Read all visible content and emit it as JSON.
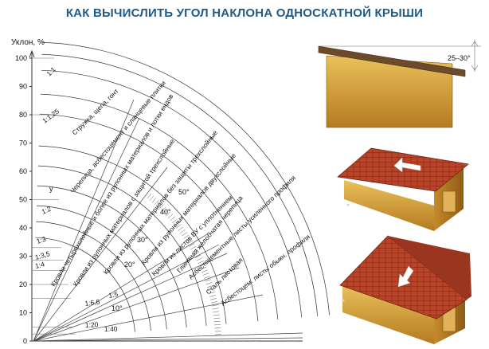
{
  "title": "КАК ВЫЧИСЛИТЬ УГОЛ НАКЛОНА ОДНОСКАТНОЙ КРЫШИ",
  "chart": {
    "y_axis_label": "Уклон, %",
    "y_ticks": [
      "100",
      "90",
      "80",
      "70",
      "60",
      "50",
      "40",
      "30",
      "20",
      "10",
      "0"
    ],
    "degree_labels": [
      "50°",
      "40°",
      "30°",
      "20°",
      "10°"
    ],
    "ratios": [
      "1:1",
      "1:1,25",
      "1:2",
      "1:3",
      "1:3,5",
      "1:4",
      "1:5",
      "1:6,6",
      "1:20",
      "1:40"
    ],
    "y_var": "y",
    "materials": [
      "Стружка, щепа, гонт",
      "Черепица, асбестоцемент и сланцевые плитки",
      "Кровли четырехслойные и более из рулонных материалов и лотки ендов",
      "Кровли из рулонных материалов с защитой трехслойные",
      "Кровли из рулонных материалов без защиты трехслойные",
      "Кровли из рулонных материалов двухслойные",
      "Кровли из листов ВУ с уплотнением",
      "Глиняная желобчатая черепица",
      "Асбестоцементные листы усиленного профиля",
      "Сталь листовая",
      "Асбестоцем. листы обыкн. профиля"
    ]
  },
  "illustrations": {
    "angle_label": "25–30°"
  },
  "colors": {
    "title": "#1f5a8a",
    "roof_tile": "#b8442a",
    "wall": "#d7a23a",
    "arrow": "#c0392b"
  }
}
